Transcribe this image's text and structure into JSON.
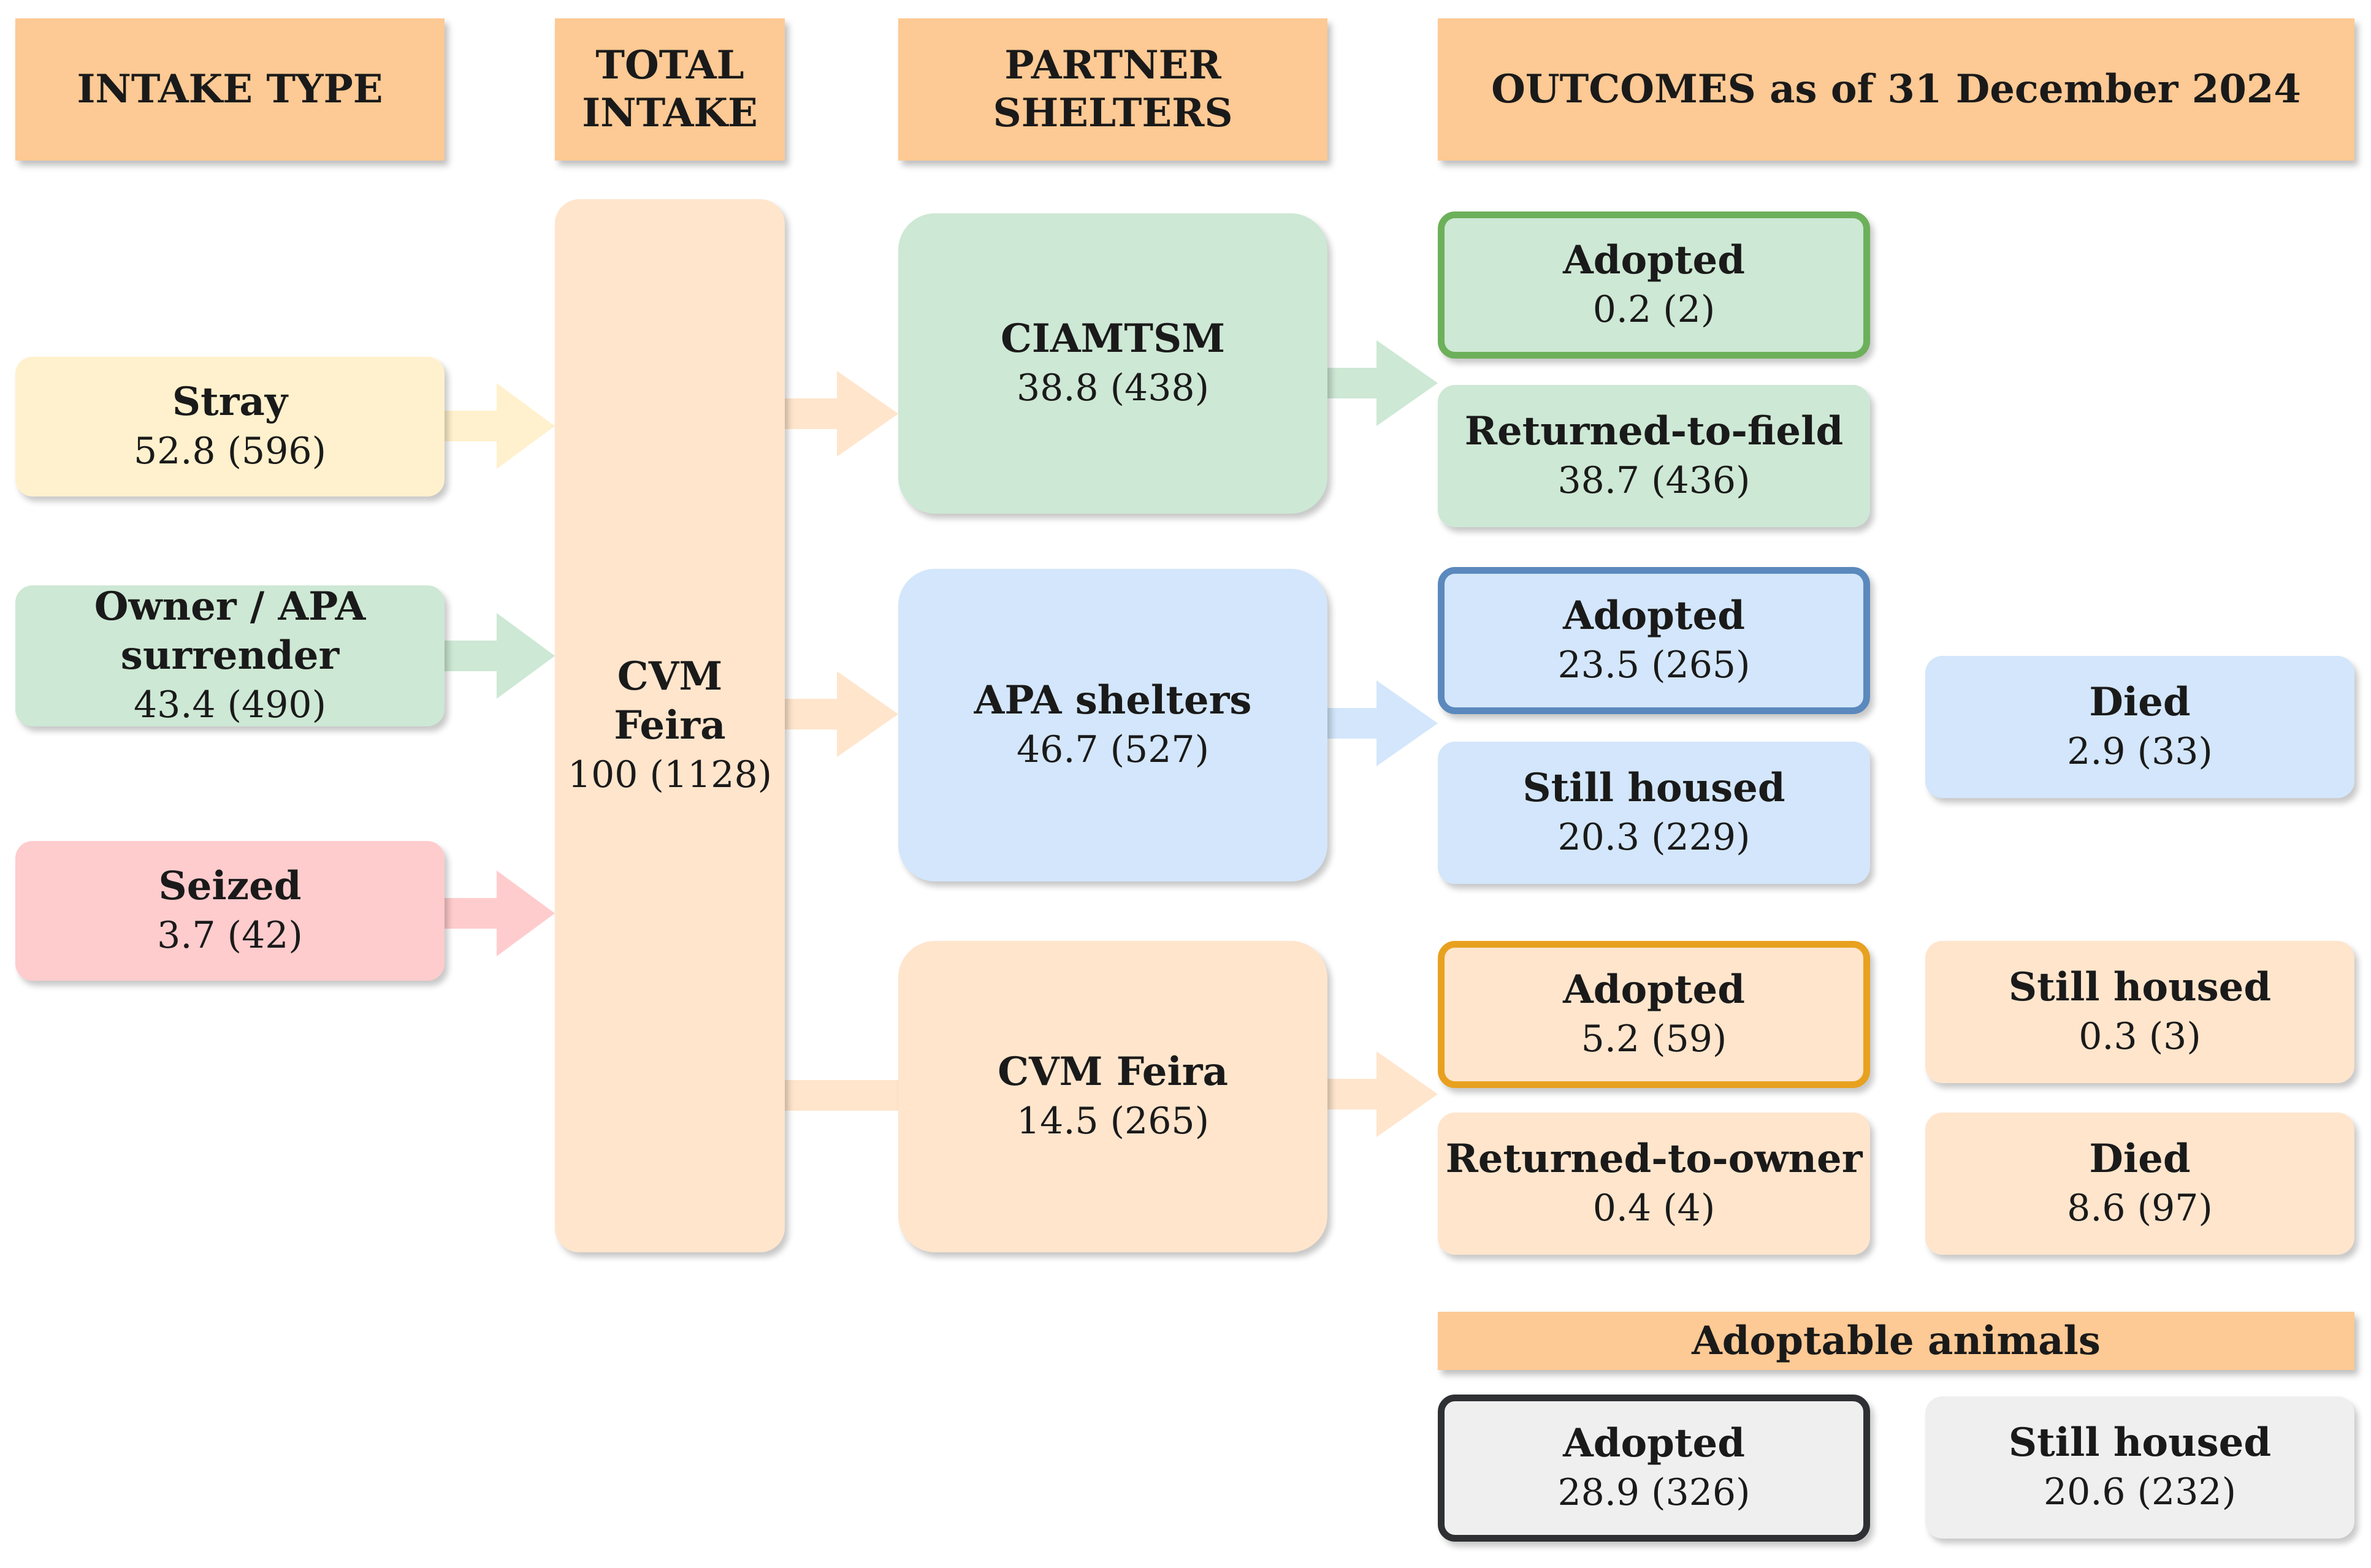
{
  "headers": {
    "intake_type": "INTAKE TYPE",
    "total_intake_line1": "TOTAL",
    "total_intake_line2": "INTAKE",
    "partner_shelters": "PARTNER SHELTERS",
    "outcomes": "OUTCOMES as of 31 December 2024",
    "adoptable": "Adoptable animals"
  },
  "intake": {
    "stray": {
      "label": "Stray",
      "value": "52.8 (596)"
    },
    "owner": {
      "label_line1": "Owner / APA",
      "label_line2": "surrender",
      "value": "43.4 (490)"
    },
    "seized": {
      "label": "Seized",
      "value": "3.7 (42)"
    }
  },
  "total": {
    "label": "CVM Feira",
    "value": "100 (1128)"
  },
  "shelters": {
    "ciamtsm": {
      "label": "CIAMTSM",
      "value": "38.8 (438)"
    },
    "apa": {
      "label": "APA shelters",
      "value": "46.7 (527)"
    },
    "cvm": {
      "label": "CVM Feira",
      "value": "14.5 (265)"
    }
  },
  "outcomes": {
    "ciamtsm_adopted": {
      "label": "Adopted",
      "value": "0.2 (2)"
    },
    "ciamtsm_returned_field": {
      "label": "Returned-to-field",
      "value": "38.7 (436)"
    },
    "apa_adopted": {
      "label": "Adopted",
      "value": "23.5 (265)"
    },
    "apa_still_housed": {
      "label": "Still housed",
      "value": "20.3 (229)"
    },
    "apa_died": {
      "label": "Died",
      "value": "2.9 (33)"
    },
    "cvm_adopted": {
      "label": "Adopted",
      "value": "5.2 (59)"
    },
    "cvm_returned_owner": {
      "label": "Returned-to-owner",
      "value": "0.4 (4)"
    },
    "cvm_still_housed": {
      "label": "Still housed",
      "value": "0.3 (3)"
    },
    "cvm_died": {
      "label": "Died",
      "value": "8.6 (97)"
    }
  },
  "adoptable": {
    "adopted": {
      "label": "Adopted",
      "value": "28.9 (326)"
    },
    "still_housed": {
      "label": "Still housed",
      "value": "20.6 (232)"
    }
  },
  "colors": {
    "header": "#fdc994",
    "stray": "#fff1cd",
    "green": "#cde8d4",
    "seized": "#ffcccd",
    "peach": "#ffe5cc",
    "blue": "#d3e6fb",
    "grey": "#efefef",
    "green_border": "#6db05a",
    "blue_border": "#5b89bd",
    "orange_border": "#e8a11f",
    "dark_border": "#2e3033"
  }
}
